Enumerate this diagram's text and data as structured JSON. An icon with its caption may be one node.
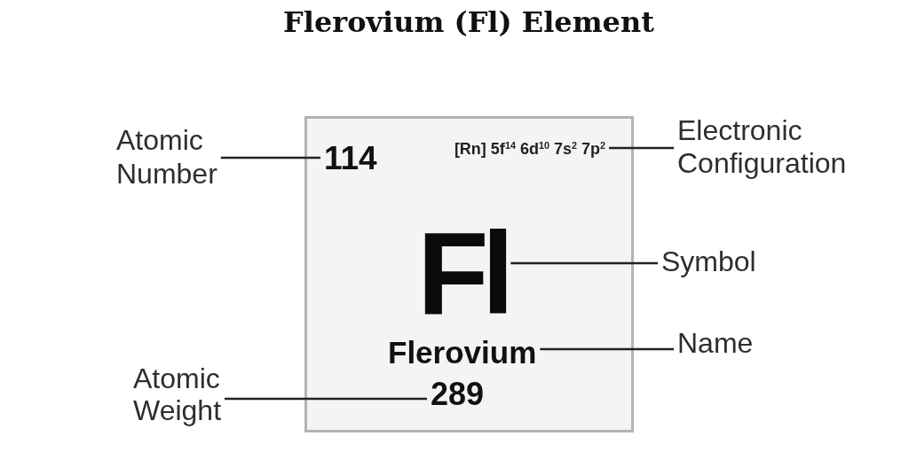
{
  "diagram": {
    "title": "Flerovium (Fl) Element",
    "nodes": [
      {
        "text": [
          "Atomic Number"
        ]
      },
      {
        "text": [],
        "shape": "box"
      },
      {
        "text": [
          "114"
        ],
        "in": 1
      },
      {
        "text": [
          "[Rn] 5f$^{14}$ 6d$^{10}$ 7s$^{2}$ 7p$^{2}$"
        ],
        "in": 1
      },
      {
        "text": [
          "Electronic Configuration"
        ]
      },
      {
        "text": [
          "Fl"
        ],
        "in": 1
      },
      {
        "text": [
          "Symbol"
        ]
      },
      {
        "text": [
          "Flerovium"
        ],
        "in": 1
      },
      {
        "text": [
          "Name"
        ]
      },
      {
        "text": [
          "Atomic Weight"
        ]
      },
      {
        "text": [
          "289"
        ],
        "in": 1
      }
    ],
    "edges": [
      {
        "from": 0,
        "to": 2,
        "arrow": "none"
      },
      {
        "from": 4,
        "to": 3,
        "arrow": "none"
      },
      {
        "from": 6,
        "to": 5,
        "arrow": "none"
      },
      {
        "from": 8,
        "to": 7,
        "arrow": "none"
      },
      {
        "from": 9,
        "to": 10,
        "arrow": "none"
      }
    ]
  }
}
